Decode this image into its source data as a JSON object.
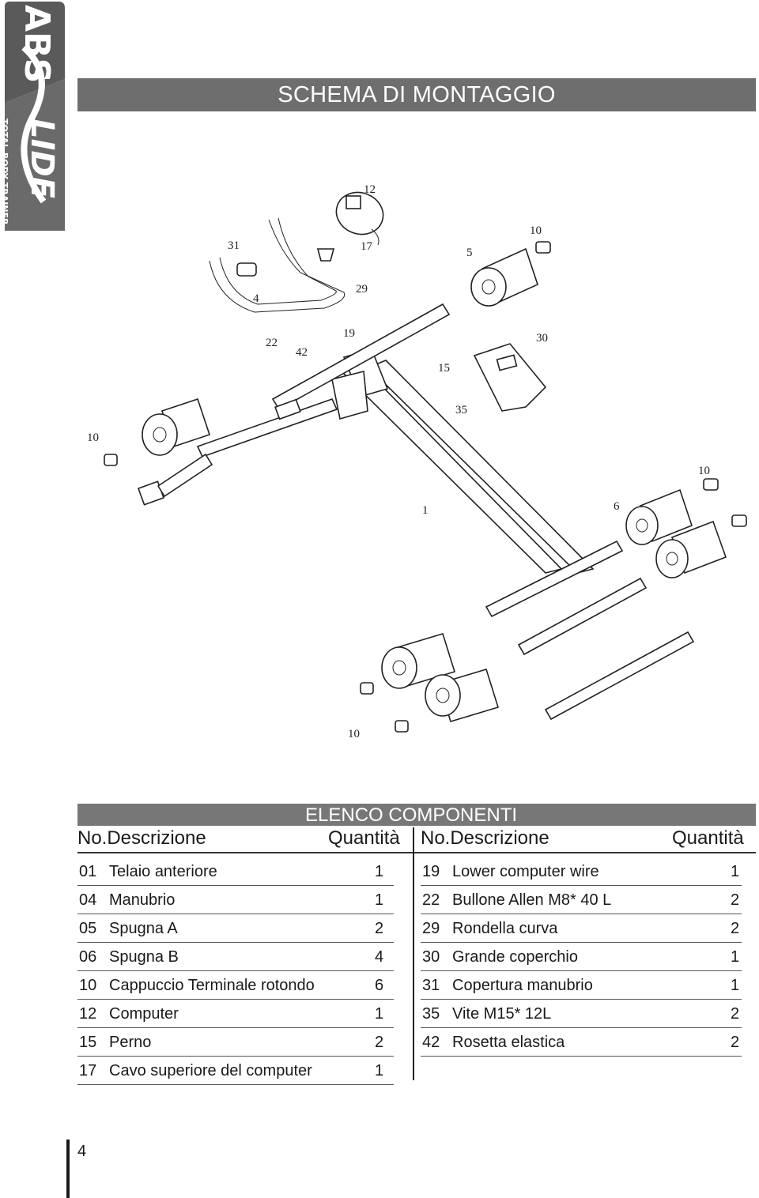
{
  "logo": {
    "word_top": "ABS",
    "word_bottom": "LIDE",
    "tagline": "TOTAL BODY TRAINER"
  },
  "header": {
    "title": "SCHEMA DI MONTAGGIO"
  },
  "diagram": {
    "part_labels": [
      "12",
      "31",
      "17",
      "5",
      "10",
      "4",
      "29",
      "22",
      "42",
      "19",
      "15",
      "30",
      "35",
      "10",
      "10",
      "1",
      "6",
      "10"
    ]
  },
  "components": {
    "title": "ELENCO COMPONENTI",
    "col_headers": {
      "left_desc": "No.Descrizione",
      "left_qty": "Quantità",
      "right_desc": "No.Descrizione",
      "right_qty": "Quantità"
    },
    "left": [
      {
        "no": "01",
        "desc": "Telaio anteriore",
        "qty": "1"
      },
      {
        "no": "04",
        "desc": "Manubrio",
        "qty": "1"
      },
      {
        "no": "05",
        "desc": "Spugna A",
        "qty": "2"
      },
      {
        "no": "06",
        "desc": "Spugna B",
        "qty": "4"
      },
      {
        "no": "10",
        "desc": "Cappuccio Terminale rotondo",
        "qty": "6"
      },
      {
        "no": "12",
        "desc": "Computer",
        "qty": "1"
      },
      {
        "no": "15",
        "desc": "Perno",
        "qty": "2"
      },
      {
        "no": "17",
        "desc": "Cavo superiore del computer",
        "qty": "1"
      }
    ],
    "right": [
      {
        "no": "19",
        "desc": "Lower computer wire",
        "qty": "1"
      },
      {
        "no": "22",
        "desc": "Bullone Allen M8* 40 L",
        "qty": "2"
      },
      {
        "no": "29",
        "desc": "Rondella curva",
        "qty": "2"
      },
      {
        "no": "30",
        "desc": "Grande  coperchio",
        "qty": "1"
      },
      {
        "no": "31",
        "desc": "Copertura manubrio",
        "qty": "1"
      },
      {
        "no": "35",
        "desc": "Vite M15* 12L",
        "qty": "2"
      },
      {
        "no": "42",
        "desc": "Rosetta elastica",
        "qty": "2"
      }
    ]
  },
  "page": {
    "number": "4"
  }
}
